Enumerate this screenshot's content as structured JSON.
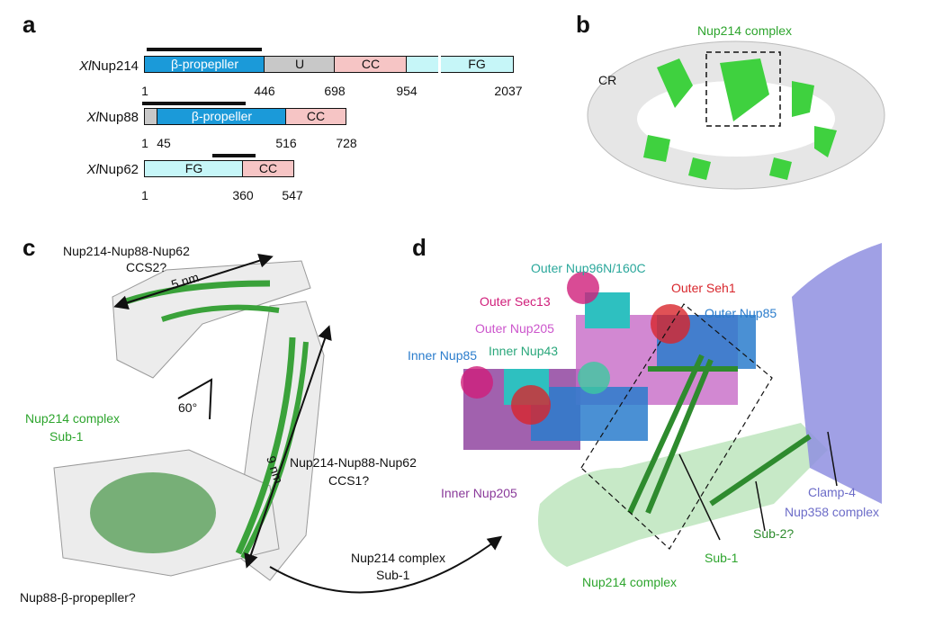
{
  "panels": {
    "a": "a",
    "b": "b",
    "c": "c",
    "d": "d"
  },
  "panel_a": {
    "proteins": [
      {
        "name_prefix": "Xl",
        "name": "Nup214",
        "domains": [
          "β-propepller",
          "U",
          "CC",
          "",
          "FG"
        ],
        "ticks": [
          "1",
          "446",
          "698",
          "954",
          "2037"
        ]
      },
      {
        "name_prefix": "Xl",
        "name": "Nup88",
        "domains": [
          "",
          "β-propeller",
          "CC"
        ],
        "ticks": [
          "1",
          "45",
          "516",
          "728"
        ]
      },
      {
        "name_prefix": "Xl",
        "name": "Nup62",
        "domains": [
          "FG",
          "CC"
        ],
        "ticks": [
          "1",
          "360",
          "547"
        ]
      }
    ],
    "colors": {
      "propeller": "#1b9ad9",
      "unstructured": "#c8c8c8",
      "cc": "#f6c5c5",
      "fg": "#c6f6f8"
    }
  },
  "panel_b": {
    "label_complex": "Nup214 complex",
    "label_cr": "CR"
  },
  "panel_c": {
    "ccs2_line1": "Nup214-Nup88-Nup62",
    "ccs2_line2": "CCS2?",
    "dist_5": "5 nm",
    "angle": "60°",
    "sub1_line1": "Nup214 complex",
    "sub1_line2": "Sub-1",
    "dist_9": "9 nm",
    "ccs1_line1": "Nup214-Nup88-Nup62",
    "ccs1_line2": "CCS1?",
    "arrow_line1": "Nup214 complex",
    "arrow_line2": "Sub-1",
    "propeller": "Nup88-β-propepller?"
  },
  "panel_d": {
    "labels": {
      "outer_nup96": "Outer Nup96N/160C",
      "outer_seh1": "Outer Seh1",
      "outer_sec13": "Outer Sec13",
      "outer_nup85": "Outer Nup85",
      "outer_nup205": "Outer Nup205",
      "inner_nup43": "Inner Nup43",
      "inner_nup85": "Inner Nup85",
      "inner_nup205": "Inner Nup205",
      "clamp4": "Clamp-4",
      "nup358": "Nup358 complex",
      "sub2": "Sub-2?",
      "sub1": "Sub-1",
      "nup214": "Nup214 complex"
    },
    "colors": {
      "teal": "#2aa79b",
      "red": "#d8262c",
      "magenta": "#d01e7a",
      "blue": "#2a7ccc",
      "pink": "#cc55cc",
      "green": "#2e9b3a",
      "purple": "#8a3a9a",
      "lavender": "#6c6cc8"
    }
  }
}
